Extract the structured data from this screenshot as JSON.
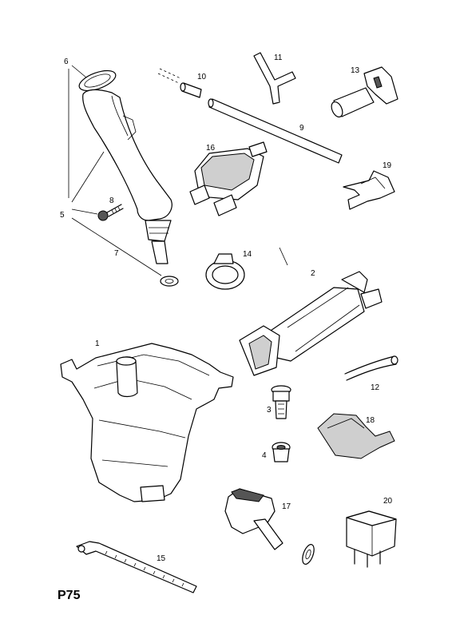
{
  "page_code": "P75",
  "labels": {
    "p1": "1",
    "p2": "2",
    "p3": "3",
    "p4": "4",
    "p5": "5",
    "p6": "6",
    "p7": "7",
    "p8": "8",
    "p9": "9",
    "p10": "10",
    "p11": "11",
    "p12": "12",
    "p13": "13",
    "p14": "14",
    "p15": "15",
    "p16": "16",
    "p17": "17",
    "p18": "18",
    "p19": "19",
    "p20": "20"
  }
}
